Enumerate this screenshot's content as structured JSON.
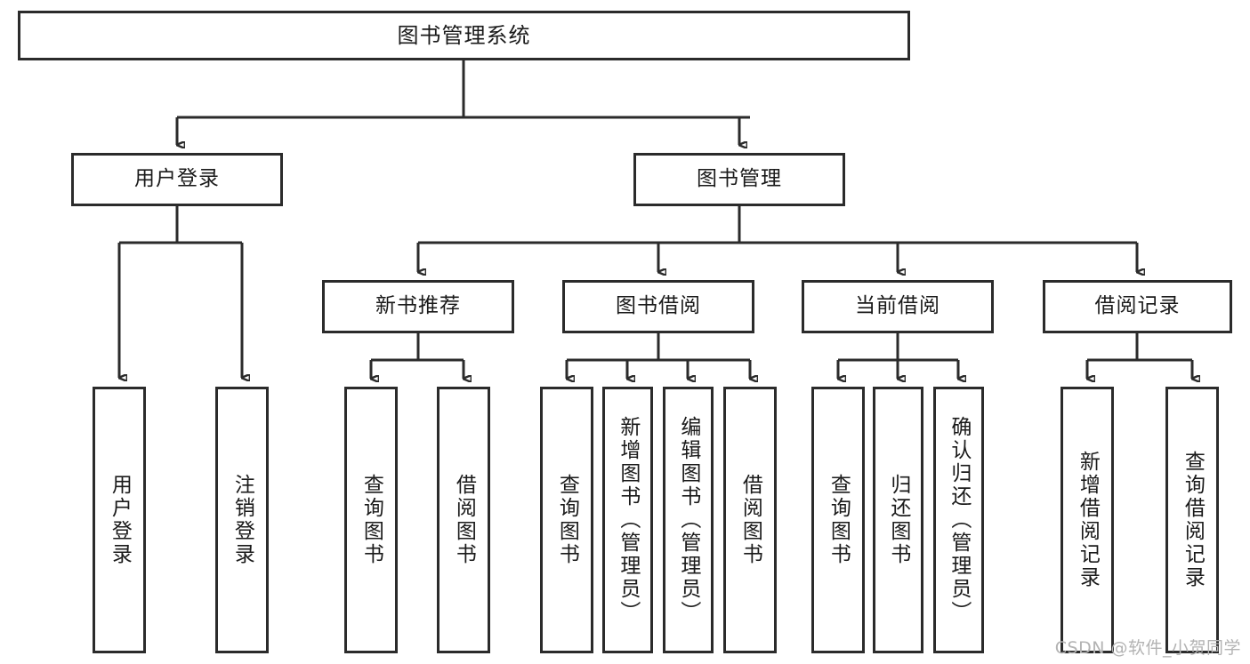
{
  "diagram": {
    "title": "图书管理系统",
    "type": "tree-hierarchy-diagram",
    "watermark": "CSDN @软件_小贺同学",
    "colors": {
      "stroke": "#2b2b2b",
      "fill": "#ffffff",
      "text": "#1a1a1a",
      "watermark": "#b3b3b3"
    }
  },
  "nodes": {
    "root": {
      "label": "图书管理系统"
    },
    "level2": [
      {
        "label": "用户登录"
      },
      {
        "label": "图书管理"
      }
    ],
    "level3": [
      {
        "label": "新书推荐"
      },
      {
        "label": "图书借阅"
      },
      {
        "label": "当前借阅"
      },
      {
        "label": "借阅记录"
      }
    ],
    "leaves": {
      "user_login": [
        {
          "label": "用户登录"
        },
        {
          "label": "注销登录"
        }
      ],
      "new_book_recommend": [
        {
          "label": "查询图书"
        },
        {
          "label": "借阅图书"
        }
      ],
      "book_borrow": [
        {
          "label": "查询图书"
        },
        {
          "label": "新增图书（管理员）"
        },
        {
          "label": "编辑图书（管理员）"
        },
        {
          "label": "借阅图书"
        }
      ],
      "current_borrow": [
        {
          "label": "查询图书"
        },
        {
          "label": "归还图书"
        },
        {
          "label": "确认归还（管理员）"
        }
      ],
      "borrow_record": [
        {
          "label": "新增借阅记录"
        },
        {
          "label": "查询借阅记录"
        }
      ]
    }
  }
}
